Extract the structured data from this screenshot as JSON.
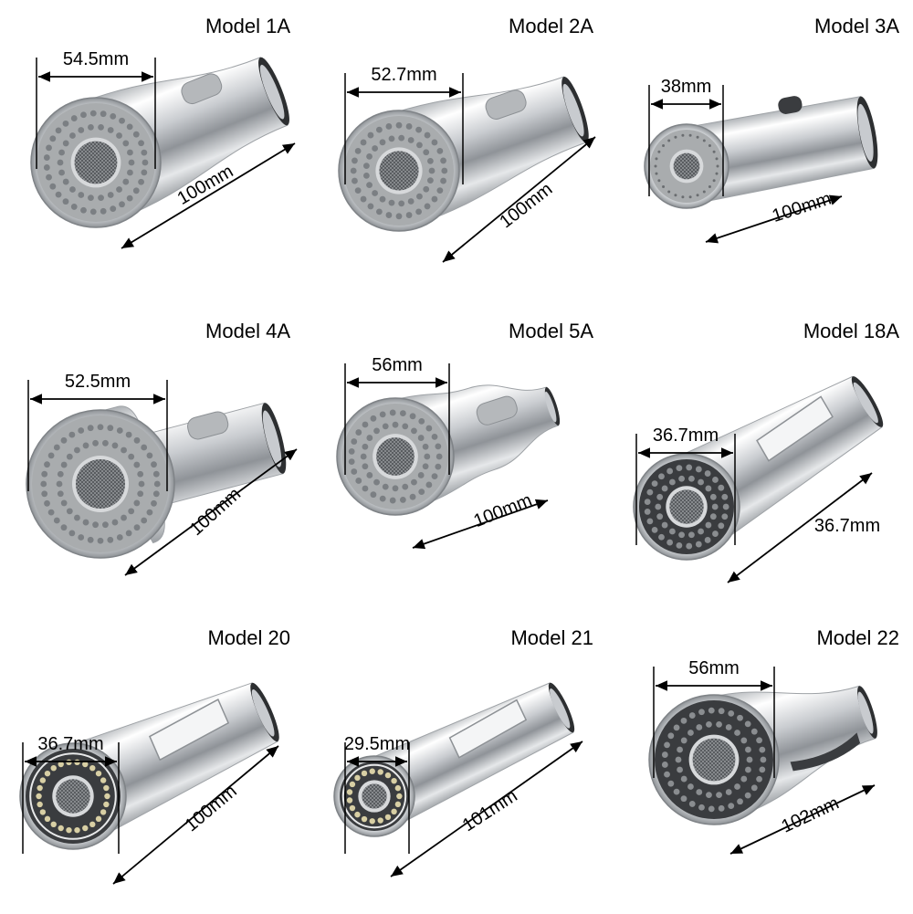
{
  "models": [
    {
      "title": "Model 1A",
      "diameter_label": "54.5mm",
      "length_label": "100mm",
      "shape": "cone",
      "face": "gray",
      "button": "pad"
    },
    {
      "title": "Model 2A",
      "diameter_label": "52.7mm",
      "length_label": "100mm",
      "shape": "cone",
      "face": "gray",
      "button": "pad"
    },
    {
      "title": "Model 3A",
      "diameter_label": "38mm",
      "length_label": "100mm",
      "shape": "cylinder",
      "face": "small",
      "button": "knob"
    },
    {
      "title": "Model 4A",
      "diameter_label": "52.5mm",
      "length_label": "100mm",
      "shape": "step",
      "face": "gray",
      "button": "pad"
    },
    {
      "title": "Model 5A",
      "diameter_label": "56mm",
      "length_label": "100mm",
      "shape": "waist",
      "face": "gray",
      "button": "pad"
    },
    {
      "title": "Model 18A",
      "diameter_label": "36.7mm",
      "length_label": "36.7mm",
      "shape": "cylinder",
      "face": "dark",
      "button": "slider"
    },
    {
      "title": "Model 20",
      "diameter_label": "36.7mm",
      "length_label": "100mm",
      "shape": "cylinder",
      "face": "beads",
      "button": "slider"
    },
    {
      "title": "Model 21",
      "diameter_label": "29.5mm",
      "length_label": "101mm",
      "shape": "cylinder",
      "face": "beads",
      "button": "slider"
    },
    {
      "title": "Model 22",
      "diameter_label": "56mm",
      "length_label": "102mm",
      "shape": "cone",
      "face": "dark",
      "button": "paddle"
    }
  ],
  "colors": {
    "chrome_dark": "#8f9398",
    "chrome_mid": "#d4d7da",
    "chrome_light": "#ffffff",
    "face_gray": "#a9acae",
    "face_dark": "#3a3c3f",
    "nozzle_gray": "#7b7f83",
    "bead": "#d8cfa4",
    "dimension": "#000000"
  }
}
